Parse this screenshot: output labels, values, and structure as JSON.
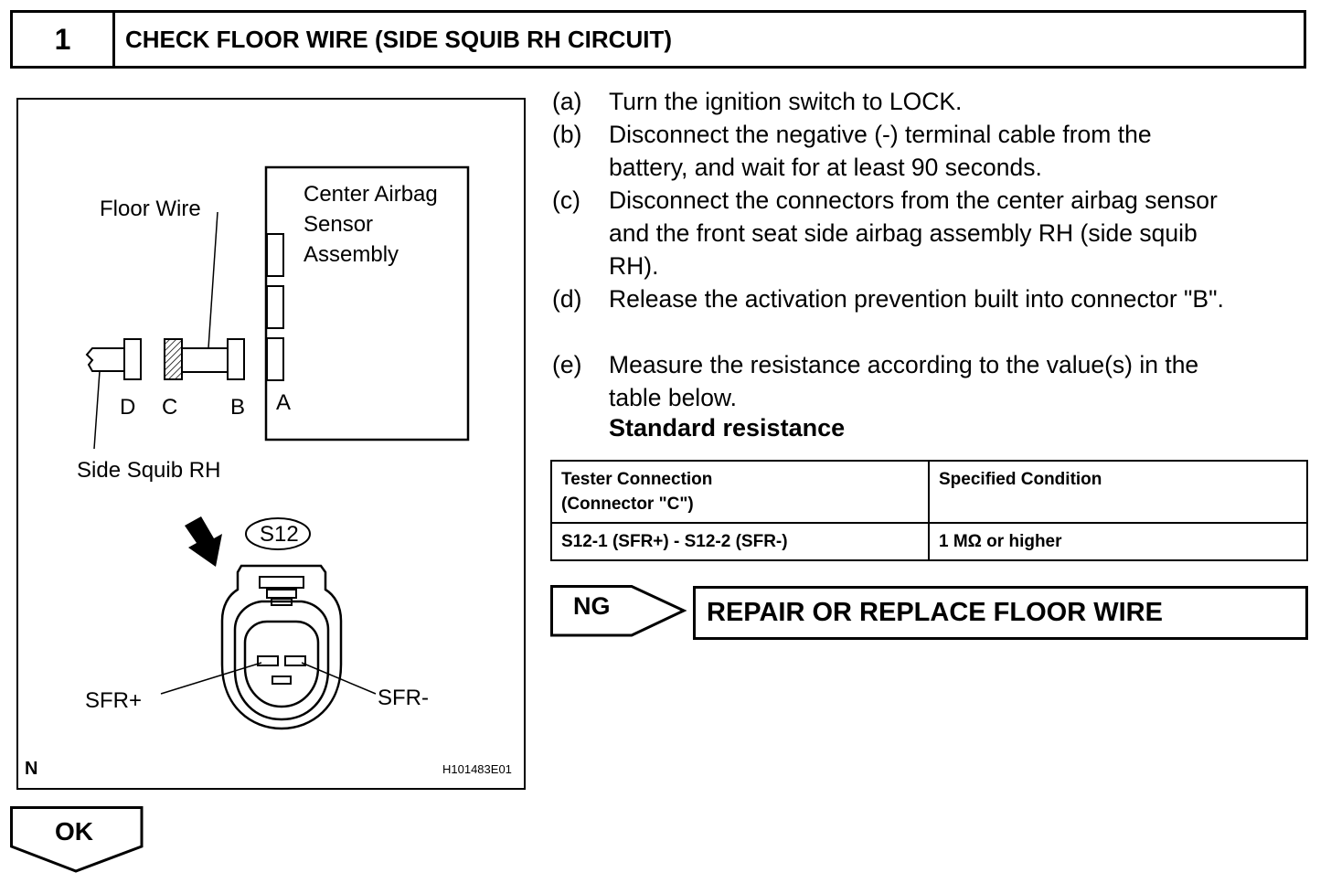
{
  "header": {
    "step_number": "1",
    "title": "CHECK FLOOR WIRE (SIDE SQUIB RH CIRCUIT)"
  },
  "figure": {
    "labels": {
      "center_airbag_line1": "Center Airbag",
      "center_airbag_line2": "Sensor",
      "center_airbag_line3": "Assembly",
      "floor_wire": "Floor Wire",
      "side_squib": "Side Squib RH",
      "conn_d": "D",
      "conn_c": "C",
      "conn_b": "B",
      "conn_a": "A",
      "connector_code": "S12",
      "sfr_plus": "SFR+",
      "sfr_minus": "SFR-",
      "corner_mark": "N",
      "figure_id": "H101483E01"
    }
  },
  "steps": [
    {
      "letter": "(a)",
      "text": "Turn the ignition switch to LOCK."
    },
    {
      "letter": "(b)",
      "text": "Disconnect the negative (-) terminal cable from the\nbattery, and wait for at least 90 seconds."
    },
    {
      "letter": "(c)",
      "text": "Disconnect the connectors from the center airbag sensor\nand the front seat side airbag assembly RH (side squib\nRH)."
    },
    {
      "letter": "(d)",
      "text": "Release the activation prevention built into connector \"B\"."
    },
    {
      "letter": "(e)",
      "text": "Measure the resistance according to the value(s) in the\ntable below."
    }
  ],
  "standard_title": "Standard resistance",
  "table": {
    "headers": [
      "Tester Connection\n(Connector \"C\")",
      "Specified Condition"
    ],
    "rows": [
      [
        "S12-1 (SFR+) - S12-2 (SFR-)",
        "1 MΩ or higher"
      ]
    ]
  },
  "ng": {
    "label": "NG",
    "action": "REPAIR OR REPLACE FLOOR WIRE"
  },
  "ok": {
    "label": "OK"
  }
}
